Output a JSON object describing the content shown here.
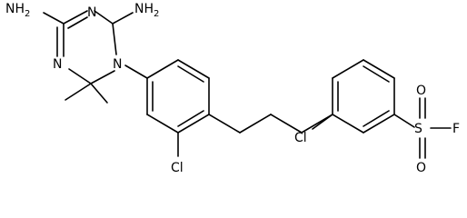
{
  "colors": {
    "bond": "#000000",
    "label": "#000000",
    "background": "#ffffff"
  },
  "atoms": {
    "nh2_left": "NH",
    "nh2_left_sub": "2",
    "nh2_right": "NH",
    "nh2_right_sub": "2",
    "n_top": "N",
    "n_left": "N",
    "n_ring": "N",
    "cl_middle": "Cl",
    "cl_right": "Cl",
    "sulfur": "S",
    "oxygen_top": "O",
    "oxygen_bottom": "O",
    "fluorine": "F"
  }
}
